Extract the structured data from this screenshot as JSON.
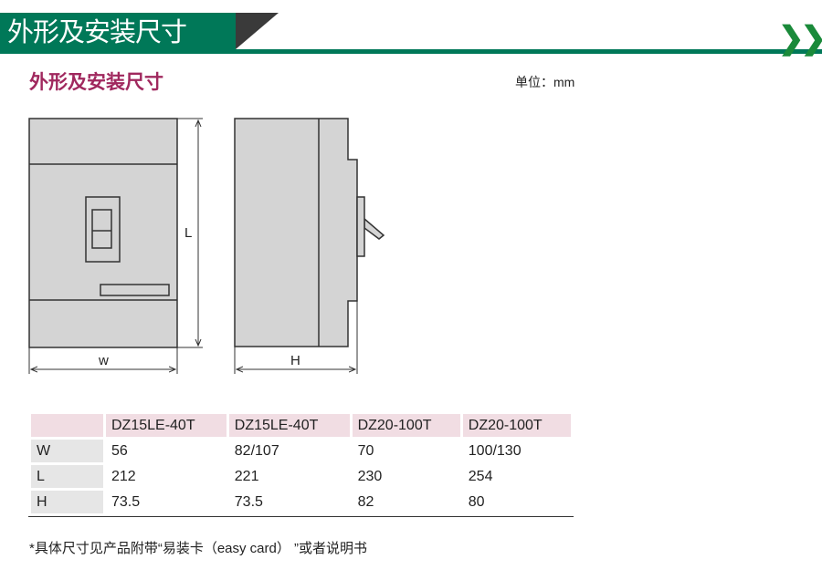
{
  "header": {
    "title": "外形及安装尺寸",
    "arrows": "❯❯"
  },
  "section": {
    "title": "外形及安装尺寸",
    "unit": "单位：mm"
  },
  "diagram": {
    "label_l": "L",
    "label_w": "w",
    "label_h": "H"
  },
  "table": {
    "headers": [
      "",
      "DZ15LE-40T",
      "DZ15LE-40T",
      "DZ20-100T",
      "DZ20-100T"
    ],
    "rows": [
      {
        "label": "W",
        "values": [
          "56",
          "82/107",
          "70",
          "100/130"
        ]
      },
      {
        "label": "L",
        "values": [
          "212",
          "221",
          "230",
          "254"
        ]
      },
      {
        "label": "H",
        "values": [
          "73.5",
          "73.5",
          "82",
          "80"
        ]
      }
    ]
  },
  "note": "*具体尺寸见产品附带“易装卡（easy card） ”或者说明书"
}
